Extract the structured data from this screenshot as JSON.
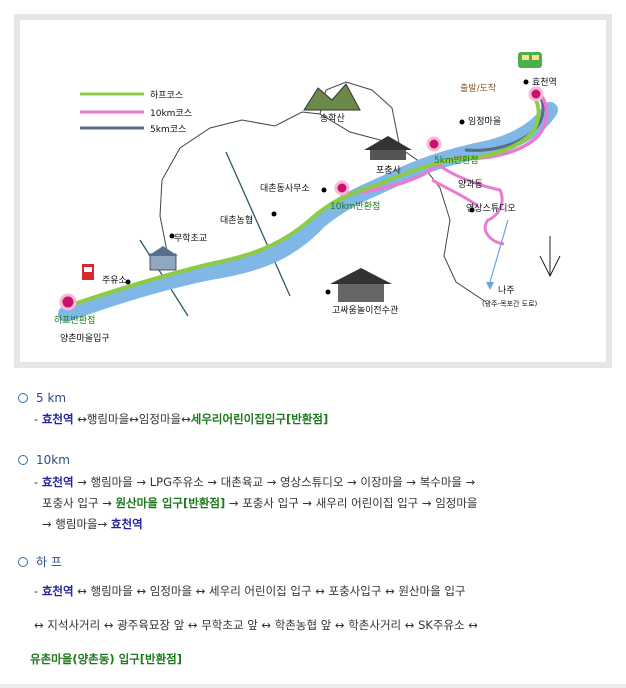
{
  "legend": {
    "half": "하프코스",
    "ten": "10km코스",
    "five": "5km코스"
  },
  "colors": {
    "half": "#8ccc44",
    "ten": "#e97bd0",
    "five": "#5d6a8a",
    "river": "#7fb8e6",
    "station": "#c8126a",
    "heading": "#2f4f86",
    "station_text": "#23239a",
    "turn_text": "#1d7a1d"
  },
  "map_labels": {
    "start_finish": "출발/도착",
    "hyocheon": "효천역",
    "songhaksan": "송학산",
    "imjeong": "임정마을",
    "pochungsa": "포충사",
    "turn5": "5km반환점",
    "yanggwa": "양과동",
    "daechon_office": "대촌동사무소",
    "turn10": "10km반환점",
    "daechon_nonghyup": "대촌농협",
    "muhak": "무학초교",
    "gas": "주유소",
    "half_turn": "하프반환점",
    "yangchon": "양촌마을입구",
    "studio": "영상스튜디오",
    "naju": "나주",
    "naju_sub": "(광주-목포간 도로)",
    "goma": "고싸움놀이전수관"
  },
  "routes": {
    "five": {
      "title": "5 km",
      "line1": [
        {
          "t": "- ",
          "c": "dash"
        },
        {
          "t": "효천역",
          "c": "st"
        },
        {
          "t": " ↔행림마을↔임정마을↔",
          "c": ""
        },
        {
          "t": "세우리어린이집입구[반환점]",
          "c": "tp"
        }
      ]
    },
    "ten": {
      "title": "10km",
      "line1": [
        {
          "t": "- ",
          "c": "dash"
        },
        {
          "t": "효천역",
          "c": "st"
        },
        {
          "t": " → 행림마을 → LPG주유소 → 대촌육교 → 영상스튜디오 → 이장마을 → 복수마을 →",
          "c": ""
        }
      ],
      "line2": [
        {
          "t": "포충사 입구 → ",
          "c": ""
        },
        {
          "t": "원산마을 입구[반환점]",
          "c": "tp"
        },
        {
          "t": " → 포충사 입구 → 새우리 어린이집 입구 → 임정마을",
          "c": ""
        }
      ],
      "line3": [
        {
          "t": "→ 행림마을→ ",
          "c": ""
        },
        {
          "t": "효천역",
          "c": "st"
        }
      ]
    },
    "half": {
      "title": "하 프",
      "line1": [
        {
          "t": "- ",
          "c": "dash"
        },
        {
          "t": "효천역",
          "c": "st"
        },
        {
          "t": " ↔ 행림마을 ↔ 임정마을 ↔ 세우리 어린이집 입구 ↔ 포충사입구 ↔ 원산마을 입구",
          "c": ""
        }
      ],
      "line2": [
        {
          "t": "↔ 지석사거리 ↔ 광주육묘장 앞 ↔ 무학초교 앞 ↔ 학촌농협 앞 ↔ 학촌사거리 ↔ SK주유소 ↔",
          "c": ""
        }
      ],
      "line3": [
        {
          "t": "유촌마을(양촌동) 입구[반환점]",
          "c": "tp"
        }
      ]
    }
  }
}
